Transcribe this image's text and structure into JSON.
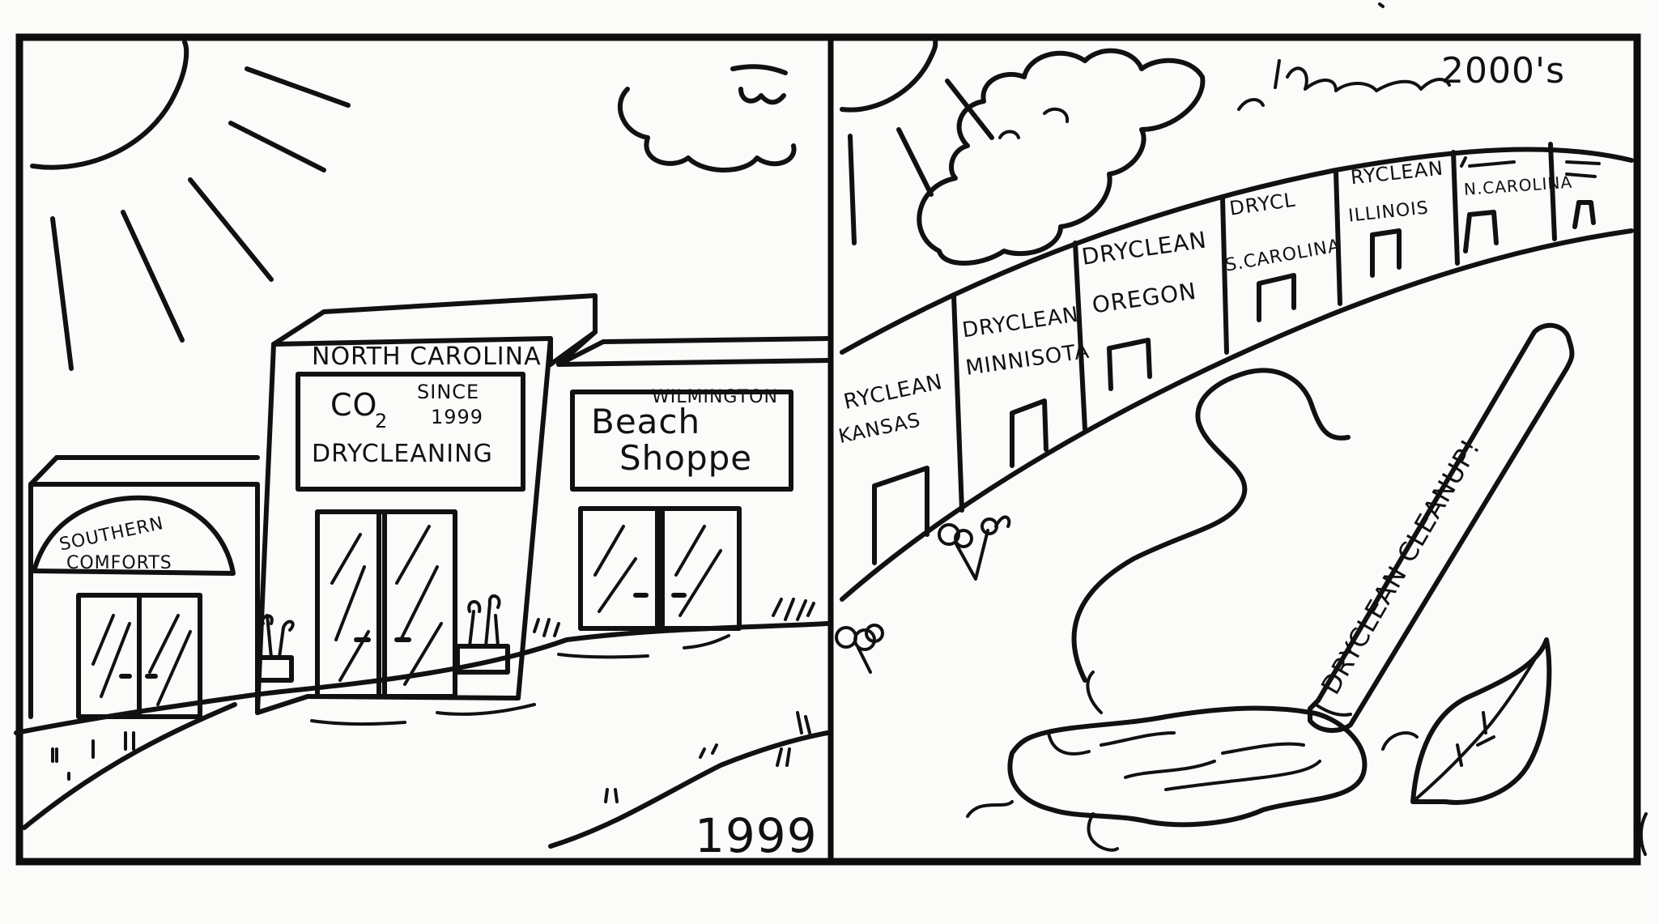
{
  "panel_left": {
    "year": "1999",
    "main_store": {
      "header": "NORTH CAROLINA",
      "co2": "CO",
      "co2_sub": "2",
      "since": "SINCE",
      "since_year": "1999",
      "drycleaning": "DRYCLEANING"
    },
    "left_store": {
      "line1": "SOUTHERN",
      "line2": "COMFORTS"
    },
    "right_store": {
      "city": "WILMINGTON",
      "line1": "Beach",
      "line2": "Shoppe"
    }
  },
  "panel_right": {
    "decade": "2000's",
    "stores": [
      {
        "line1": "RYCLEAN",
        "line2": "KANSAS"
      },
      {
        "line1": "DRYCLEAN",
        "line2": "MINNISOTA"
      },
      {
        "line1": "DRYCLEAN",
        "line2": "OREGON"
      },
      {
        "line1": "DRYCL",
        "line2": "S.CAROLINA"
      },
      {
        "line1": "RYCLEAN",
        "line2": "ILLINOIS"
      },
      {
        "line1": "",
        "line2": "N.CAROLINA"
      }
    ],
    "pen_label": "DRYCLEAN CLEANUP!"
  }
}
